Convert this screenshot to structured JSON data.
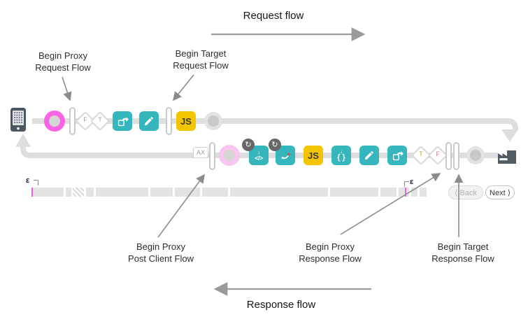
{
  "flow_titles": {
    "request": "Request flow",
    "response": "Response flow"
  },
  "annotations": {
    "begin_proxy_request": "Begin Proxy\nRequest Flow",
    "begin_target_request": "Begin Target\nRequest Flow",
    "begin_proxy_post_client": "Begin Proxy\nPost Client Flow",
    "begin_proxy_response": "Begin Proxy\nResponse Flow",
    "begin_target_response": "Begin Target\nResponse Flow"
  },
  "request_row": {
    "condition_false": "F",
    "condition_true": "T",
    "js_label": "JS"
  },
  "response_row": {
    "ax_label": "AX",
    "code_label": "</>",
    "js_label": "JS",
    "braces_label": "{ }",
    "condition_true": "T",
    "condition_false": "F",
    "loop_badge": "↻",
    "down_arrow": "↓"
  },
  "timeline": {
    "epsilon_left": "ε",
    "epsilon_right": "ε",
    "segments": [
      {
        "from": 46,
        "to": 91
      },
      {
        "from": 94,
        "to": 102
      },
      {
        "from": 104,
        "to": 120,
        "hatched": true
      },
      {
        "from": 123,
        "to": 134
      },
      {
        "from": 137,
        "to": 212
      },
      {
        "from": 215,
        "to": 247
      },
      {
        "from": 250,
        "to": 286
      },
      {
        "from": 289,
        "to": 326
      },
      {
        "from": 329,
        "to": 469
      },
      {
        "from": 472,
        "to": 541
      },
      {
        "from": 544,
        "to": 567
      },
      {
        "from": 570,
        "to": 585
      },
      {
        "from": 588,
        "to": 597
      },
      {
        "from": 600,
        "to": 610
      }
    ]
  },
  "pagination": {
    "back_label": "⟨ Back",
    "next_label": "Next ⟩"
  },
  "colors": {
    "teal": "#35b6bd",
    "yellow": "#f2c500",
    "magenta": "#f964e4",
    "light_pink": "#f8c5ef",
    "flow_line": "#dedede",
    "dark_icon": "#4d5761",
    "annotation_arrow": "#8c8c8c",
    "timeline_tick": "#ee5fd9"
  }
}
